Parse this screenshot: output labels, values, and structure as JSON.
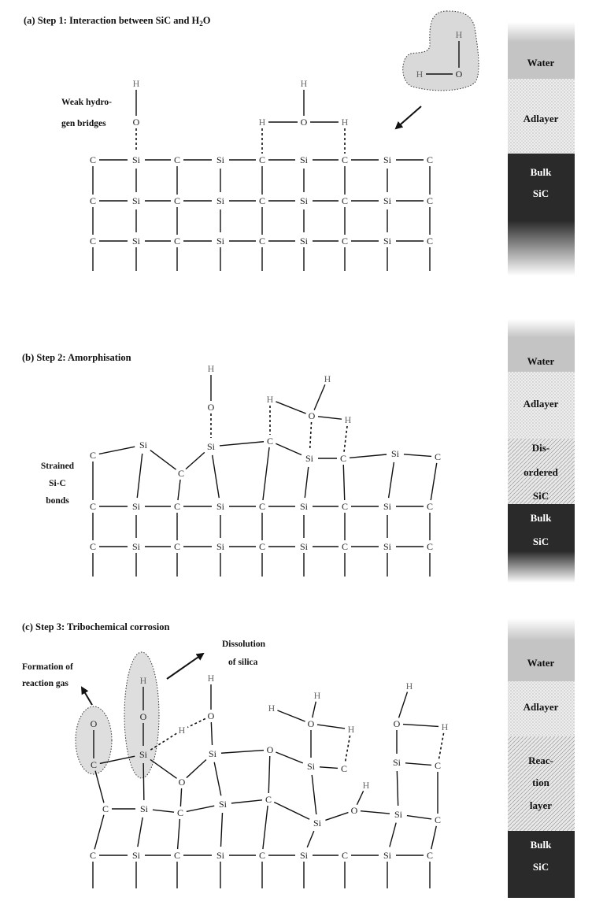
{
  "panels": {
    "a": {
      "title_prefix": "(a) Step 1: Interaction between SiC and H",
      "title_sub": "2",
      "title_suffix": "O",
      "annotation_weak": [
        "Weak hydro-",
        "gen bridges"
      ]
    },
    "b": {
      "title": "(b) Step 2: Amorphisation",
      "annotation_strained": [
        "Strained",
        "Si-C",
        "bonds"
      ]
    },
    "c": {
      "title": "(c) Step 3: Tribochemical corrosion",
      "annotation_gas": [
        "Formation of",
        "reaction gas"
      ],
      "annotation_silica": [
        "Dissolution",
        "of silica"
      ]
    }
  },
  "atoms": {
    "si": "Si",
    "c": "C",
    "h": "H",
    "o": "O"
  },
  "layers": {
    "a": [
      "Water",
      "Adlayer",
      "Bulk",
      "SiC"
    ],
    "b": [
      "Water",
      "Adlayer",
      "Dis-",
      "ordered",
      "SiC",
      "Bulk",
      "SiC"
    ],
    "c": [
      "Water",
      "Adlayer",
      "Reac-",
      "tion",
      "layer",
      "Bulk",
      "SiC"
    ]
  },
  "colors": {
    "water": "#c4c4c4",
    "adlayer": "#e6e6e6",
    "bulk": "#2a2a2a",
    "highlight": "#dcdcdc"
  }
}
